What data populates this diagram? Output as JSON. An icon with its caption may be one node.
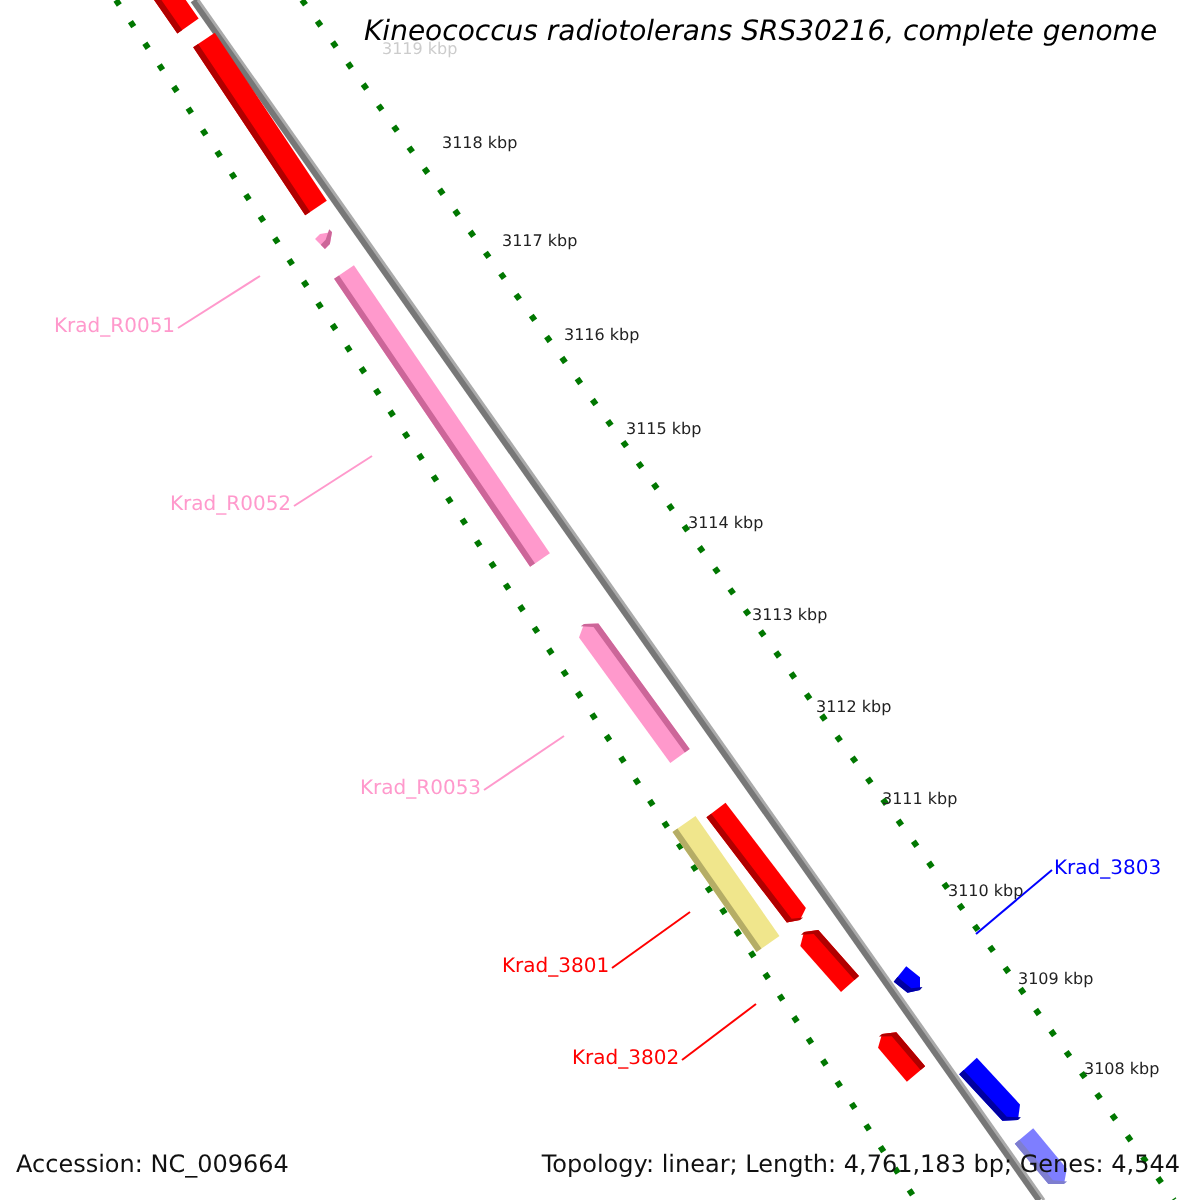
{
  "diagram": {
    "title": "Kineococcus radiotolerans SRS30216, complete genome",
    "nodes": [
      {
        "text": [
          "Krad_R0051"
        ]
      },
      {
        "text": [
          "Krad_R0052"
        ]
      },
      {
        "text": [
          "Krad_R0053"
        ]
      },
      {
        "text": [
          "Krad_3801"
        ]
      },
      {
        "text": [
          "Krad_3802"
        ]
      },
      {
        "text": [
          "Krad_3803"
        ]
      }
    ],
    "edges": [
      {
        "from": 0,
        "to": null,
        "arrow": "none"
      },
      {
        "from": 1,
        "to": null,
        "arrow": "none"
      },
      {
        "from": 2,
        "to": null,
        "arrow": "none"
      },
      {
        "from": 3,
        "to": null,
        "arrow": "none",
        "color": "#ff0000"
      },
      {
        "from": 4,
        "to": null,
        "arrow": "none",
        "color": "#ff0000"
      },
      {
        "from": 5,
        "to": null,
        "arrow": "none",
        "color": "#0000ff"
      }
    ],
    "labels": [
      "3119 kbp",
      "3118 kbp",
      "3117 kbp",
      "3116 kbp",
      "3115 kbp",
      "3114 kbp",
      "3113 kbp",
      "3112 kbp",
      "3111 kbp",
      "3110 kbp",
      "3109 kbp",
      "3108 kbp",
      "Accession: NC_009664",
      "Topology: linear; Length: 4,761,183 bp; Genes: 4,544"
    ]
  }
}
